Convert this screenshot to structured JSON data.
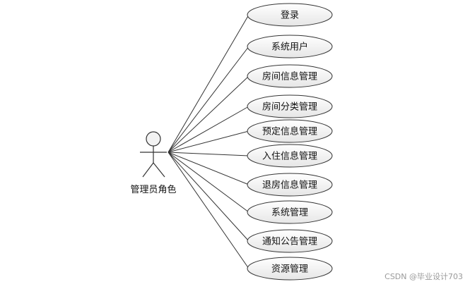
{
  "diagram": {
    "actor": {
      "label": "管理员角色"
    },
    "use_cases": [
      {
        "label": "登录"
      },
      {
        "label": "系统用户"
      },
      {
        "label": "房间信息管理"
      },
      {
        "label": "房间分类管理"
      },
      {
        "label": "预定信息管理"
      },
      {
        "label": "入住信息管理"
      },
      {
        "label": "退房信息管理"
      },
      {
        "label": "系统管理"
      },
      {
        "label": "通知公告管理"
      },
      {
        "label": "资源管理"
      }
    ]
  },
  "watermark": {
    "text": "CSDN @毕业设计703"
  },
  "colors": {
    "line": "#333333",
    "ellipse_fill_top": "#ffffff",
    "ellipse_fill_bottom": "#e9e9e9",
    "watermark": "#9a9a9a"
  }
}
